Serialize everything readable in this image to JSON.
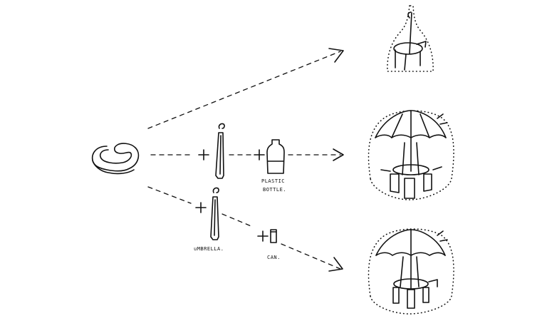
{
  "labels": {
    "plastic_line1": "PLASTIC",
    "plastic_line2": "BOTTLE.",
    "umbrella": "uMBRELLA.",
    "can": "CAN."
  },
  "colors": {
    "ink": "#111111",
    "background": "#ffffff"
  },
  "icons": [
    "seat-ring-icon",
    "umbrella-icon",
    "plastic-bottle-icon",
    "can-icon",
    "plus-icon",
    "arrow-icon"
  ]
}
